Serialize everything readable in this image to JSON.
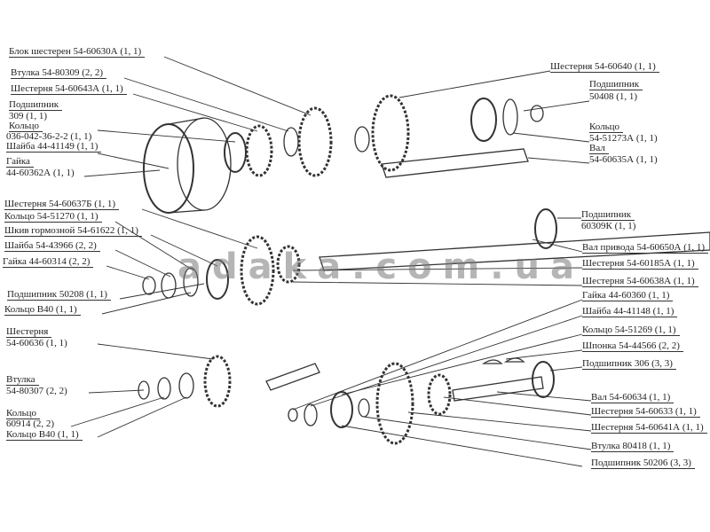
{
  "watermark": "adaka.com.ua",
  "left_labels": {
    "block": "Блок шестерен 54-60630А (1, 1)",
    "bushing1": "Втулка 54-80309 (2, 2)",
    "gear1": "Шестерня 54-60643А (1, 1)",
    "bearing1_name": "Подшипник",
    "bearing1_code": "309 (1, 1)",
    "ring1_name": "Кольцо",
    "ring1_code": "036-042-36-2-2 (1, 1)",
    "washer1": "Шайба 44-41149 (1, 1)",
    "nut1_name": "Гайка",
    "nut1_code": "44-60362А (1, 1)",
    "gear2": "Шестерня 54-60637Б (1, 1)",
    "ring2": "Кольцо 54-51270 (1, 1)",
    "pulley": "Шкив гормозной 54-61622 (1, 1)",
    "washer2": "Шайба 54-43966 (2, 2)",
    "nut2": "Гайка 44-60314 (2, 2)",
    "bearing2": "Подшипник 50208 (1, 1)",
    "ring3": "Кольцо В40 (1, 1)",
    "gear3_name": "Шестерня",
    "gear3_code": "54-60636 (1, 1)",
    "bushing2_name": "Втулка",
    "bushing2_code": "54-80307 (2, 2)",
    "ring4_name": "Кольцо",
    "ring4_code": "60914 (2, 2)",
    "ring5": "Кольцо В40 (1, 1)"
  },
  "right_labels": {
    "gear4": "Шестерня 54-60640 (1, 1)",
    "bearing3_name": "Подшипник",
    "bearing3_code": "50408 (1, 1)",
    "ring6_name": "Кольцо",
    "ring6_code": "54-51273А (1, 1)",
    "shaft1_name": "Вал",
    "shaft1_code": "54-60635А (1, 1)",
    "bearing4_name": "Подшипник",
    "bearing4_code": "60309К (1, 1)",
    "drive_shaft": "Вал привода 54-60650А (1, 1)",
    "gear5": "Шестерня 54-60185А (1, 1)",
    "gear6": "Шестерня 54-60638А (1, 1)",
    "nut3": "Гайка 44-60360 (1, 1)",
    "washer3": "Шайба 44-41148 (1, 1)",
    "ring7": "Кольцо 54-51269 (1, 1)",
    "key": "Шпонка 54-44566 (2, 2)",
    "bearing5": "Подшипник 306 (3, 3)",
    "shaft2": "Вал 54-60634 (1, 1)",
    "gear7": "Шестерня 54-60633 (1, 1)",
    "gear8": "Шестерня 54-60641А (1, 1)",
    "bushing3": "Втулка 80418 (1, 1)",
    "bearing6": "Подшипник 50206 (3, 3)"
  }
}
